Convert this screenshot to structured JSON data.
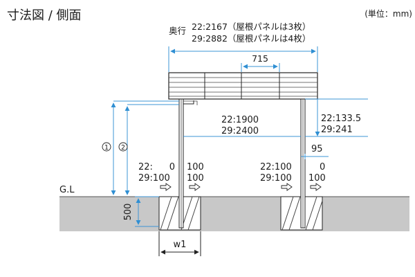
{
  "header": {
    "title": "寸法図 / 側面",
    "unit": "(単位：mm)"
  },
  "depth": {
    "label": "奥行",
    "line1": "22:2167（屋根パネルは3枚）",
    "line2": "29:2882（屋根パネルは4枚）"
  },
  "panel_width": "715",
  "height_mid": {
    "line1": "22:1900",
    "line2": "29:2400"
  },
  "height_right": {
    "line1": "22:133.5",
    "line2": "29:241"
  },
  "post_offset": "95",
  "left_post": {
    "line1_a": "22:",
    "line1_b": "0",
    "line1_c": "100",
    "line2_a": "29:100",
    "line2_c": "100"
  },
  "right_post": {
    "line1_a": "22:100",
    "line1_c": "0",
    "line2_a": "29:100",
    "line2_c": "100"
  },
  "markers": {
    "m1": "1",
    "m2": "2"
  },
  "ground_label": "G.L",
  "foundation_depth": "500",
  "foundation_width": "w1",
  "colors": {
    "dimension": "#2f8fd3",
    "ground": "#c8c8c8",
    "ink": "#1a1a1a"
  }
}
